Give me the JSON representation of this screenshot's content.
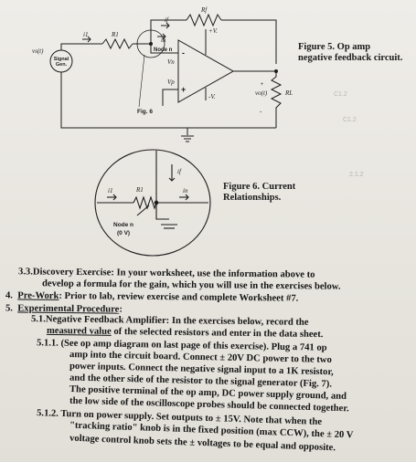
{
  "circuit": {
    "signal_gen": "Signal Gen.",
    "vs": "vs(t)",
    "i1": "i1",
    "r1": "R1",
    "if": "if",
    "rf": "Rf",
    "node": "Node n",
    "in": "in",
    "vn": "Vn",
    "vp": "Vp",
    "minus": "-",
    "plus": "+",
    "vplus": "+V.",
    "vminus": "-V.",
    "vo": "vo(t)",
    "rl": "RL",
    "fig6": "Fig. 6"
  },
  "fig5_caption": "Figure 5. Op amp negative feedback circuit.",
  "detail": {
    "i1": "i1",
    "r1": "R1",
    "if": "if",
    "in": "in",
    "node": "Node n",
    "node_v": "(0 V)"
  },
  "fig6_caption": "Figure 6. Current Relationships.",
  "body": {
    "l1a": "3.3.Discovery Exercise:",
    "l1b": " In your worksheet, use the information above to",
    "l2": "develop a formula for the gain, which you will use in the exercises below.",
    "l3a": "4.",
    "l3b": "Pre-Work",
    "l3c": ": Prior to lab, review exercise and complete Worksheet #7.",
    "l4a": "5.",
    "l4b": "Experimental Procedure",
    "l4c": ":",
    "l5": "5.1.Negative Feedback Amplifier: In the exercises below, record the",
    "l6a": "measured value",
    "l6b": " of the selected resistors and enter in the data sheet.",
    "l7": "5.1.1. (See op amp diagram on last page of this exercise). Plug a 741 op",
    "l8": "amp into the circuit board. Connect ± 20V DC power to the two",
    "l9": "power inputs. Connect the negative signal input to a 1K resistor,",
    "l10": "and the other side of the resistor to the signal generator (Fig. 7).",
    "l11": "The positive terminal of the op amp, DC power supply ground, and",
    "l12": "the low side of the oscilloscope probes should be connected together.",
    "l13": "5.1.2. Turn on power supply. Set outputs to ± 15V. Note that when the",
    "l14": "\"tracking ratio\" knob is in the fixed position (max CCW), the ± 20 V",
    "l15": "voltage control knob sets the ± voltages to be equal and opposite."
  }
}
